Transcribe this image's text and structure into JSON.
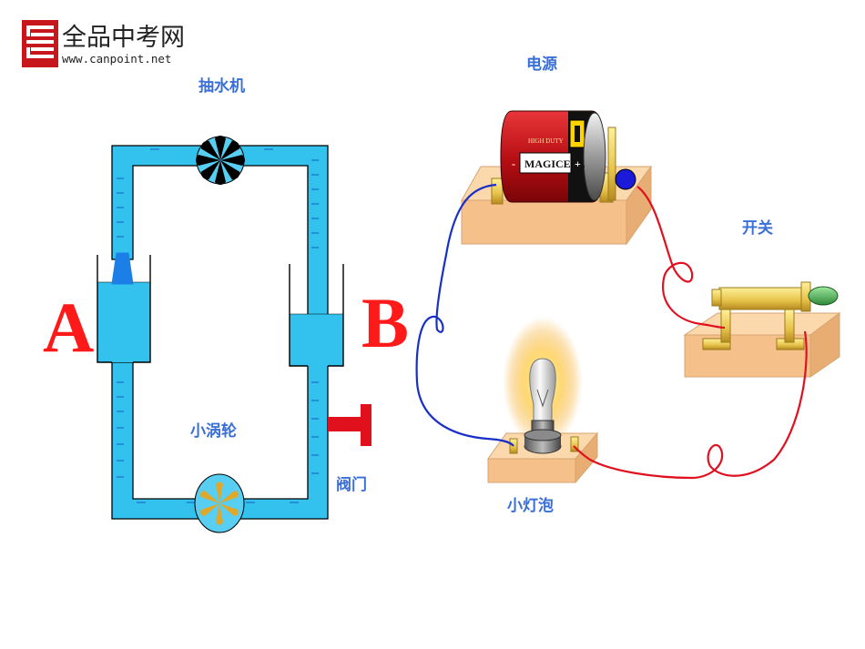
{
  "logo": {
    "name": "全品中考网",
    "url": "www.canpoint.net",
    "colors": {
      "mark": "#c8161d",
      "text": "#222222"
    }
  },
  "water_circuit": {
    "label_pump": "抽水机",
    "label_turbine": "小涡轮",
    "label_valve": "阀门",
    "label_a": "A",
    "label_b": "B",
    "colors": {
      "water": "#33c2ee",
      "water_light": "#58cef2",
      "outline": "#000000",
      "valve": "#e0101c",
      "turbine": "#e0a82a"
    }
  },
  "electric_circuit": {
    "label_source": "电源",
    "label_switch": "开关",
    "label_bulb": "小灯泡",
    "battery": {
      "top_text": "HIGH DUTY",
      "brand": "MAGICELL",
      "minus": "-",
      "plus": "+"
    },
    "colors": {
      "wire_blue": "#1a2fc8",
      "wire_red": "#e01020",
      "board": "#f7cc99",
      "battery_red": "#c8141a"
    }
  }
}
